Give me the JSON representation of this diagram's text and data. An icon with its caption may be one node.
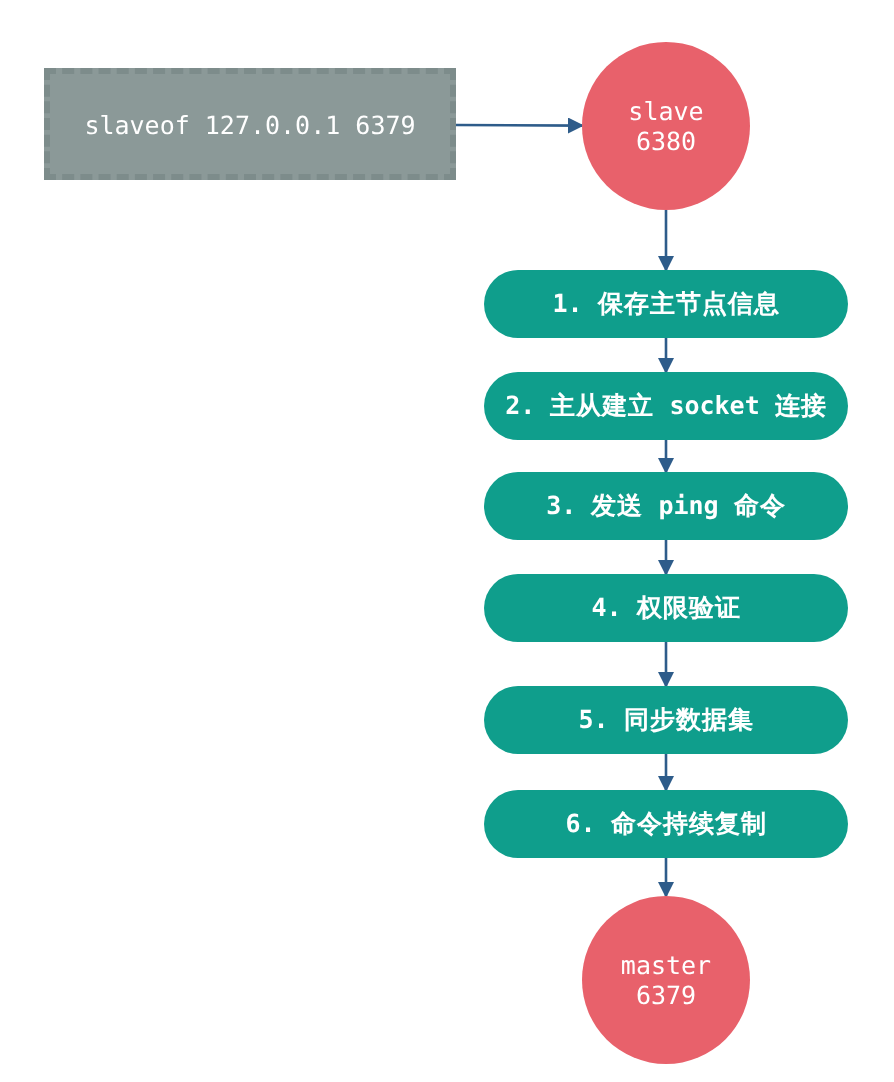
{
  "diagram": {
    "nodes": [
      {
        "text": [
          "slaveof 127.0.0.1 6379"
        ]
      },
      {
        "text": [
          "slave 6380"
        ]
      },
      {
        "text": [
          "1. 保存主节点信息"
        ]
      },
      {
        "text": [
          "2. 主从建立 socket 连接"
        ]
      },
      {
        "text": [
          "3. 发送 ping 命令"
        ]
      },
      {
        "text": [
          "4. 权限验证"
        ]
      },
      {
        "text": [
          "5. 同步数据集"
        ]
      },
      {
        "text": [
          "6. 命令持续复制"
        ]
      },
      {
        "text": [
          "master 6379"
        ]
      }
    ],
    "edges": [
      {
        "from": 0,
        "to": 1,
        "arrow": "to"
      },
      {
        "from": 1,
        "to": 2,
        "arrow": "to"
      },
      {
        "from": 2,
        "to": 3,
        "arrow": "to"
      },
      {
        "from": 3,
        "to": 4,
        "arrow": "to"
      },
      {
        "from": 4,
        "to": 5,
        "arrow": "to"
      },
      {
        "from": 5,
        "to": 6,
        "arrow": "to"
      },
      {
        "from": 6,
        "to": 7,
        "arrow": "to"
      },
      {
        "from": 7,
        "to": 8,
        "arrow": "to"
      }
    ]
  }
}
